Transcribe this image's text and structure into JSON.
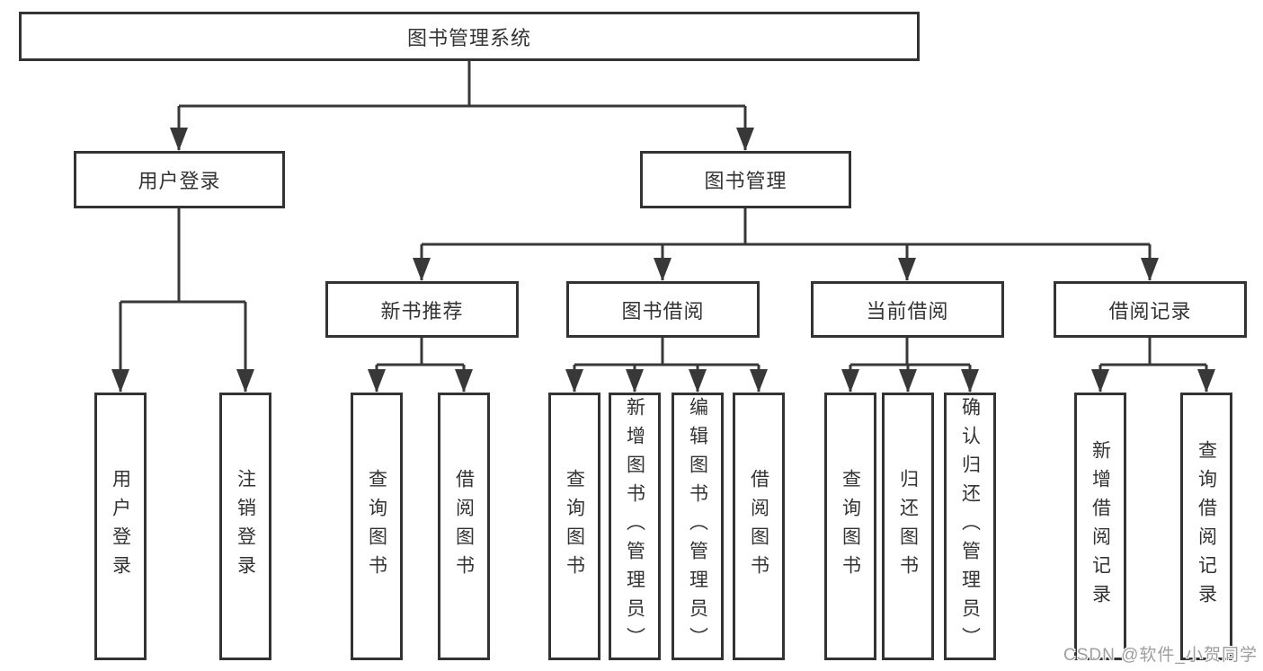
{
  "diagram": {
    "root": {
      "label": "图书管理系统"
    },
    "branches": [
      {
        "label": "用户登录",
        "leaves": [
          {
            "label": "用户登录"
          },
          {
            "label": "注销登录"
          }
        ]
      },
      {
        "label": "图书管理",
        "sections": [
          {
            "label": "新书推荐",
            "leaves": [
              {
                "label": "查询图书"
              },
              {
                "label": "借阅图书"
              }
            ]
          },
          {
            "label": "图书借阅",
            "leaves": [
              {
                "label": "查询图书"
              },
              {
                "label": "新增图书（管理员）"
              },
              {
                "label": "编辑图书（管理员）"
              },
              {
                "label": "借阅图书"
              }
            ]
          },
          {
            "label": "当前借阅",
            "leaves": [
              {
                "label": "查询图书"
              },
              {
                "label": "归还图书"
              },
              {
                "label": "确认归还（管理员）"
              }
            ]
          },
          {
            "label": "借阅记录",
            "leaves": [
              {
                "label": "新增借阅记录"
              },
              {
                "label": "查询借阅记录"
              }
            ]
          }
        ]
      }
    ]
  },
  "watermark": {
    "text": "CSDN @软件_小贺同学"
  },
  "colors": {
    "line": "#383838",
    "box_border": "#333333",
    "text": "#333333",
    "watermark": "#9e9e9e",
    "background": "#ffffff"
  }
}
